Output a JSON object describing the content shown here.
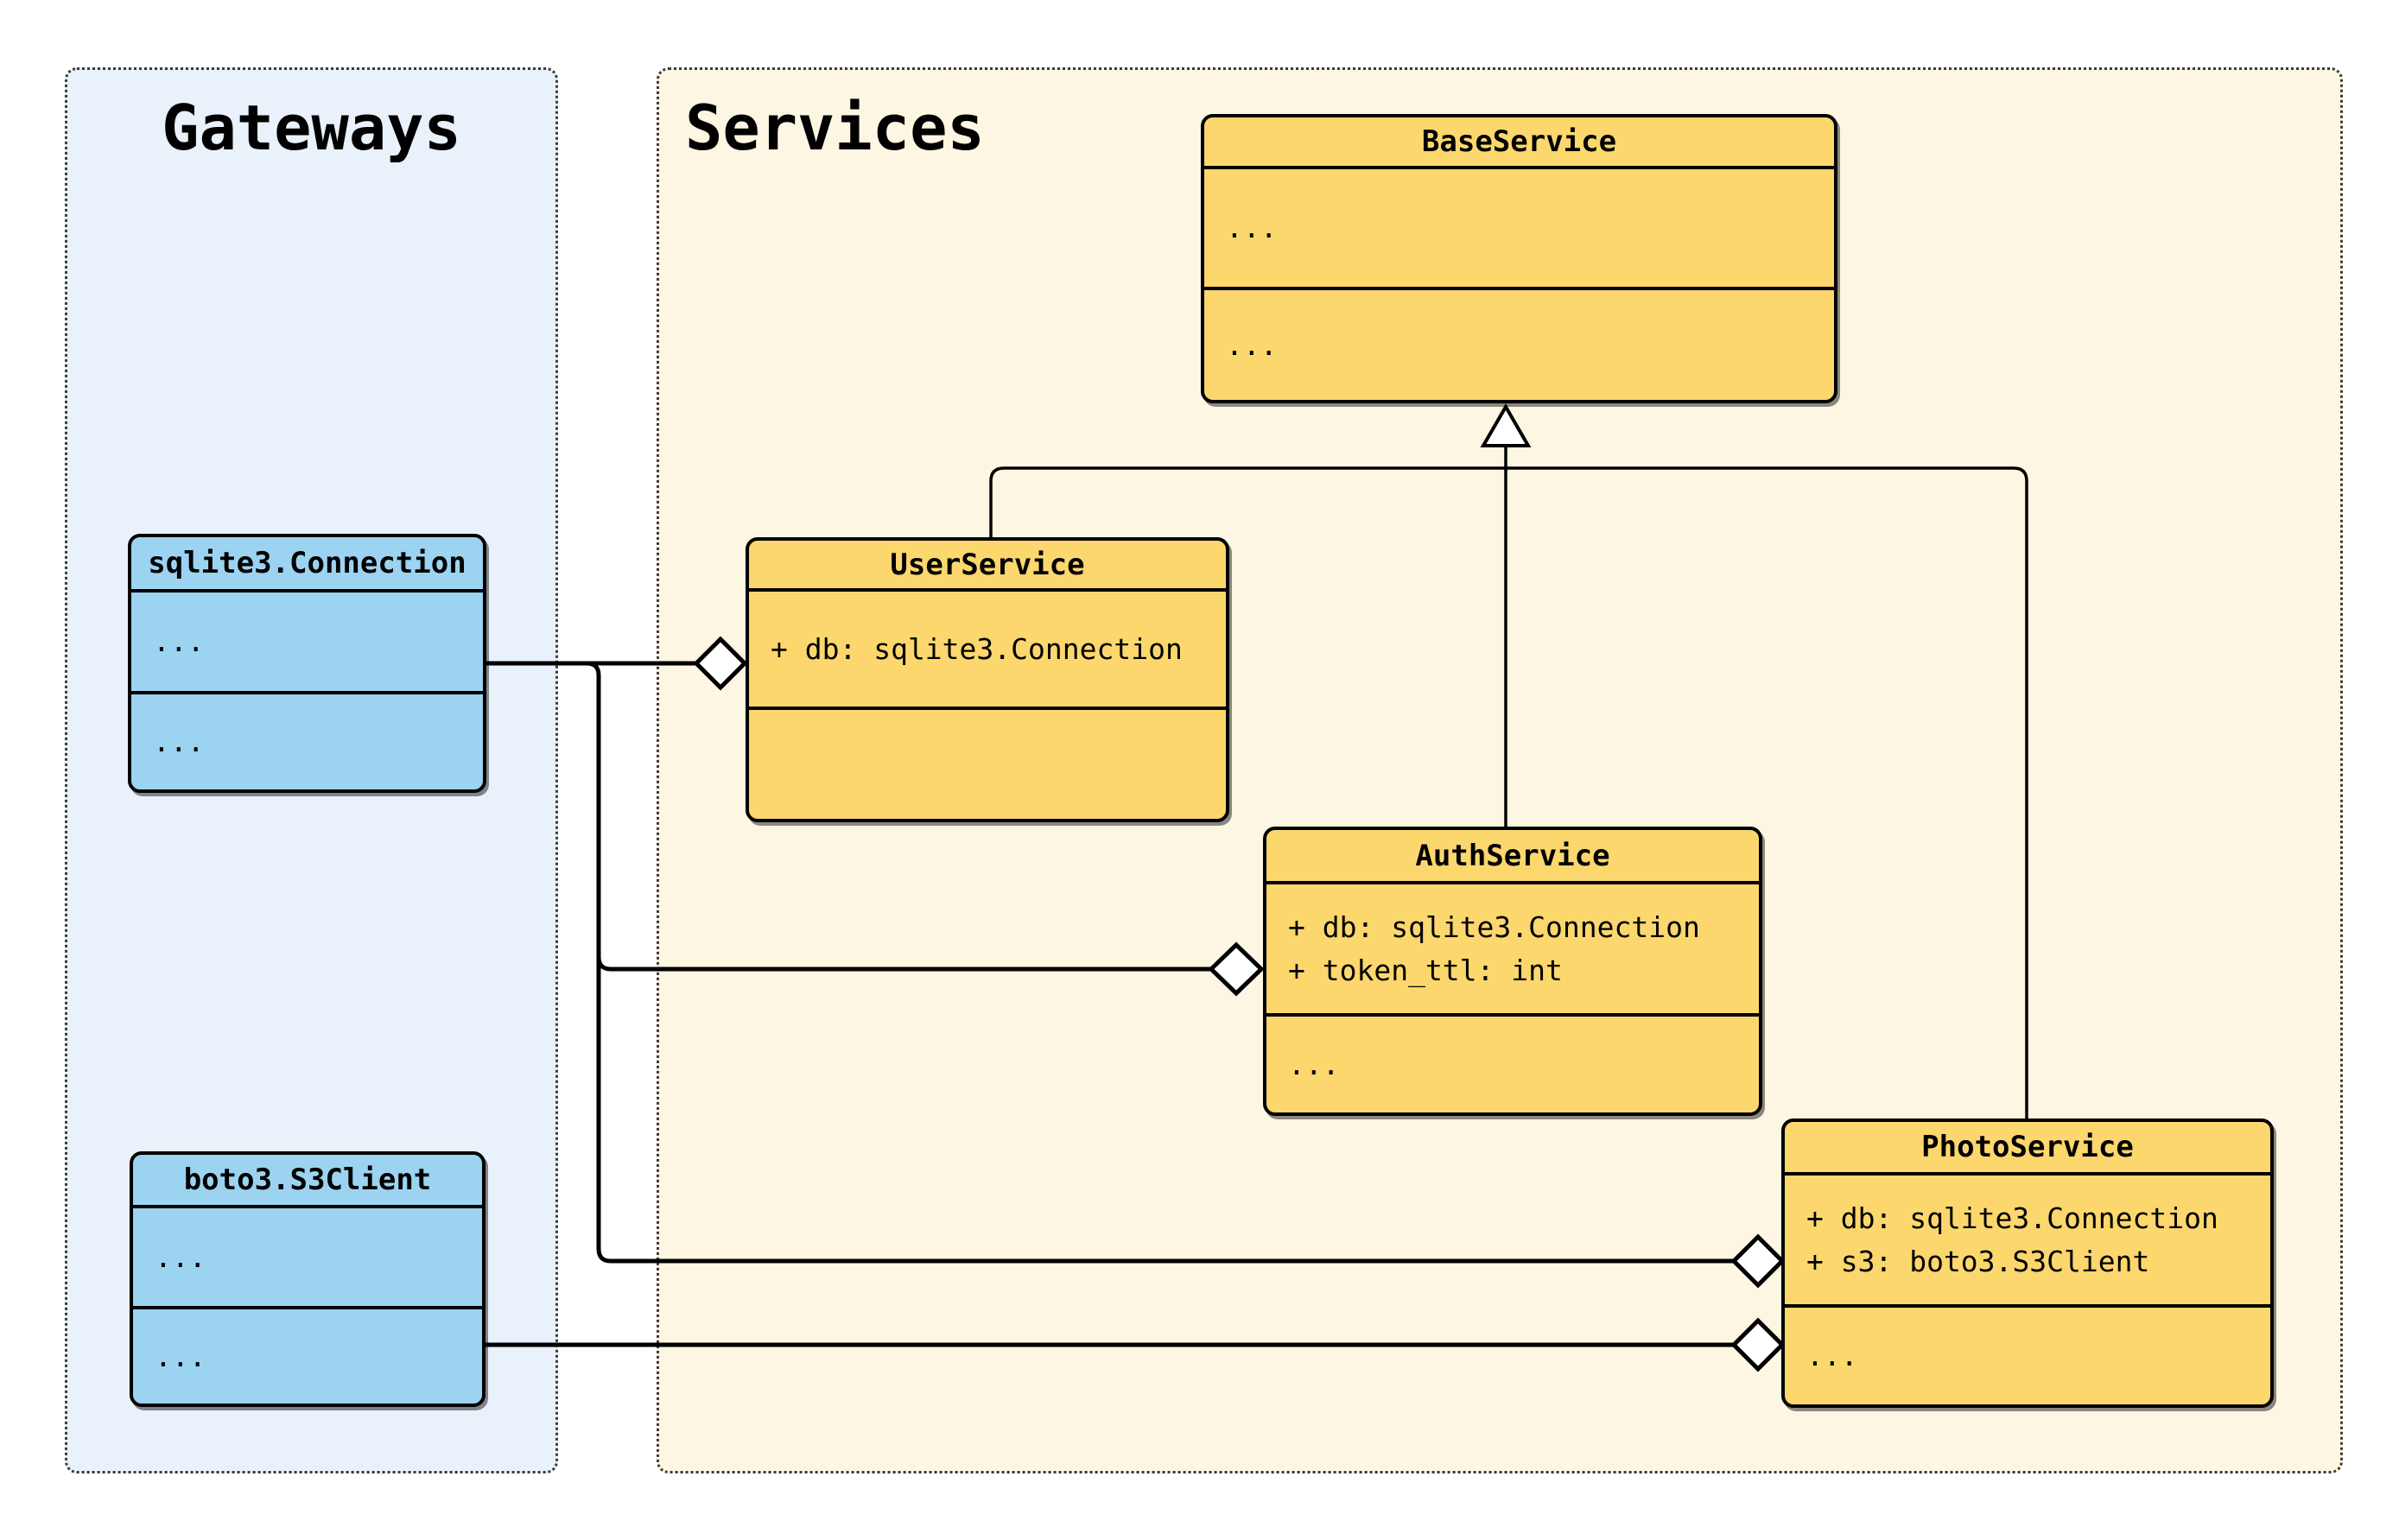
{
  "groups": {
    "gateways": {
      "label": "Gateways"
    },
    "services": {
      "label": "Services"
    }
  },
  "classes": {
    "base_service": {
      "name": "BaseService",
      "attributes": [
        "..."
      ],
      "methods": [
        "..."
      ]
    },
    "user_service": {
      "name": "UserService",
      "attributes": [
        "+ db: sqlite3.Connection"
      ],
      "methods": []
    },
    "auth_service": {
      "name": "AuthService",
      "attributes": [
        "+ db: sqlite3.Connection",
        "+ token_ttl: int"
      ],
      "methods": [
        "..."
      ]
    },
    "photo_service": {
      "name": "PhotoService",
      "attributes": [
        "+ db: sqlite3.Connection",
        "+ s3: boto3.S3Client"
      ],
      "methods": [
        "..."
      ]
    },
    "sqlite_connection": {
      "name": "sqlite3.Connection",
      "attributes": [
        "..."
      ],
      "methods": [
        "..."
      ]
    },
    "boto3_s3client": {
      "name": "boto3.S3Client",
      "attributes": [
        "..."
      ],
      "methods": [
        "..."
      ]
    }
  },
  "relationships": {
    "inheritance": [
      {
        "child": "UserService",
        "parent": "BaseService"
      },
      {
        "child": "AuthService",
        "parent": "BaseService"
      },
      {
        "child": "PhotoService",
        "parent": "BaseService"
      }
    ],
    "aggregation": [
      {
        "owner": "UserService",
        "part": "sqlite3.Connection"
      },
      {
        "owner": "AuthService",
        "part": "sqlite3.Connection"
      },
      {
        "owner": "PhotoService",
        "part": "sqlite3.Connection"
      },
      {
        "owner": "PhotoService",
        "part": "boto3.S3Client"
      }
    ]
  },
  "colors": {
    "service_fill": "#fbd76d",
    "gateway_fill": "#9cd3f1",
    "services_panel_bg": "#fdf6e2",
    "gateways_panel_bg": "#e9f1fb",
    "line_color": "#000000",
    "panel_border": "#3a3a3a"
  }
}
